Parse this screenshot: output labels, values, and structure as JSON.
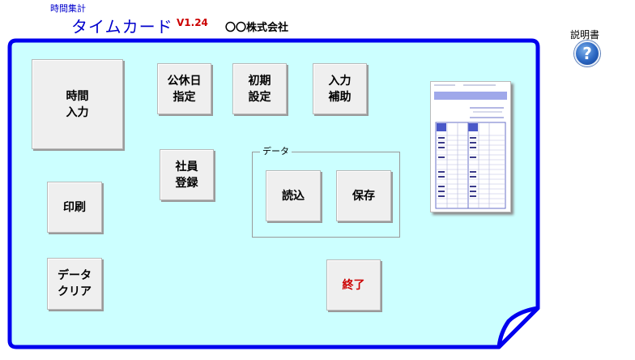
{
  "header": {
    "subtitle": "時間集計",
    "title": "タイムカード",
    "version": "V1.24",
    "company": "〇〇株式会社"
  },
  "help": {
    "label": "説明書",
    "icon": "help-question-icon"
  },
  "buttons": {
    "time_input": "時間\n入力",
    "holiday_setting": "公休日\n指定",
    "initial_setting": "初期\n設定",
    "input_assist": "入力\n補助",
    "employee_register": "社員\n登録",
    "print": "印刷",
    "data_clear": "データ\nクリア",
    "exit": "終了"
  },
  "data_group": {
    "label": "データ",
    "load": "読込",
    "save": "保存"
  },
  "colors": {
    "panel_fill": "#ccffff",
    "panel_border": "#0000ee",
    "title_blue": "#0000cc",
    "accent_red": "#cc0000"
  }
}
